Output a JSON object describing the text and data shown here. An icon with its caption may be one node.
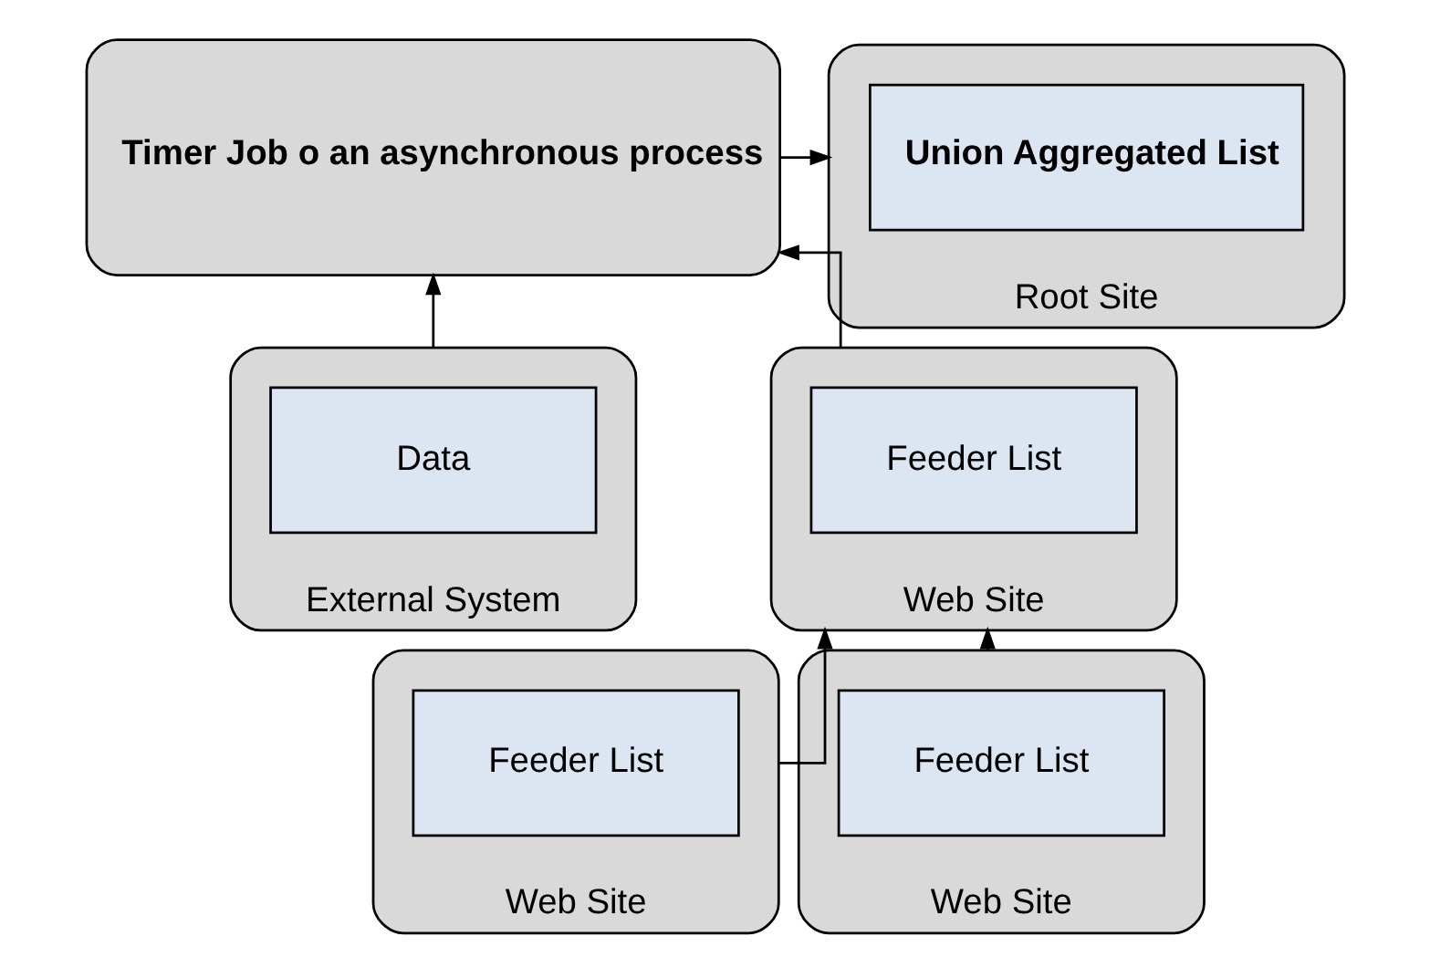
{
  "diagram": {
    "nodes": [
      {
        "text": [
          "Root Site"
        ]
      },
      {
        "text": [
          "Union Aggregated List"
        ],
        "in": 0
      },
      {
        "text": [
          "Timer Job o an asynchronous process"
        ]
      },
      {
        "text": [
          "Web Site"
        ]
      },
      {
        "text": [
          "Feeder List"
        ],
        "in": 3
      },
      {
        "text": [
          "External System"
        ]
      },
      {
        "text": [
          "Data"
        ],
        "in": 5
      },
      {
        "text": [
          "Web Site"
        ]
      },
      {
        "text": [
          "Feeder List"
        ],
        "in": 7
      },
      {
        "text": [
          "Web Site"
        ]
      },
      {
        "text": [
          "Feeder List"
        ],
        "in": 9
      }
    ],
    "edges": [
      {
        "from": 2,
        "to": 0,
        "arrow": "to"
      },
      {
        "from": 3,
        "to": 2,
        "arrow": "to"
      },
      {
        "from": 5,
        "to": 2,
        "arrow": "to"
      },
      {
        "from": 7,
        "to": 3,
        "arrow": "to"
      },
      {
        "from": 9,
        "to": 3,
        "arrow": "to"
      }
    ]
  }
}
